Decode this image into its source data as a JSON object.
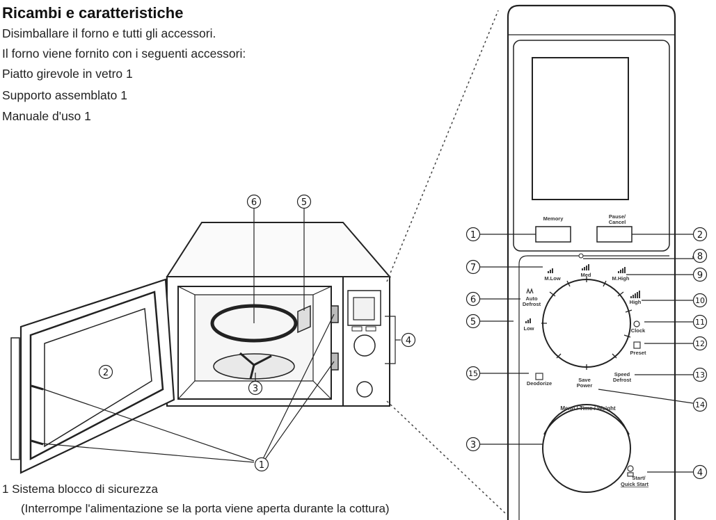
{
  "header": {
    "title": "Ricambi e caratteristiche",
    "lines": [
      "Disimballare il forno e tutti gli accessori.",
      "Il forno viene fornito con i seguenti accessori:",
      "Piatto girevole in vetro  1",
      "Supporto assemblato   1",
      "Manuale d'uso  1"
    ]
  },
  "oven_callouts": {
    "c1": "1",
    "c2": "2",
    "c3": "3",
    "c4": "4",
    "c5": "5",
    "c6": "6"
  },
  "panel_callouts": {
    "p1": "1",
    "p2": "2",
    "p3": "3",
    "p4": "4",
    "p5": "5",
    "p6": "6",
    "p7": "7",
    "p8": "8",
    "p9": "9",
    "p10": "10",
    "p11": "11",
    "p12": "12",
    "p13": "13",
    "p14": "14",
    "p15": "15"
  },
  "panel_labels": {
    "memory": "Memory",
    "pause": "Pause/",
    "cancel": "Cancel",
    "mlow": "M.Low",
    "med": "Med",
    "mhigh": "M.High",
    "high": "High",
    "auto": "Auto",
    "defrost": "Defrost",
    "low": "Low",
    "clock": "Clock",
    "preset": "Preset",
    "deodorize": "Deodorize",
    "save": "Save",
    "power": "Power",
    "speed": "Speed",
    "speed_defrost": "Defrost",
    "menu_time_weight": "Menu / Time / Weight",
    "start": "Start/",
    "quick_start": "Quick Start"
  },
  "footnote": {
    "item": "1  Sistema blocco di sicurezza",
    "detail": "(Interrompe l'alimentazione se la porta viene aperta durante la cottura)"
  }
}
